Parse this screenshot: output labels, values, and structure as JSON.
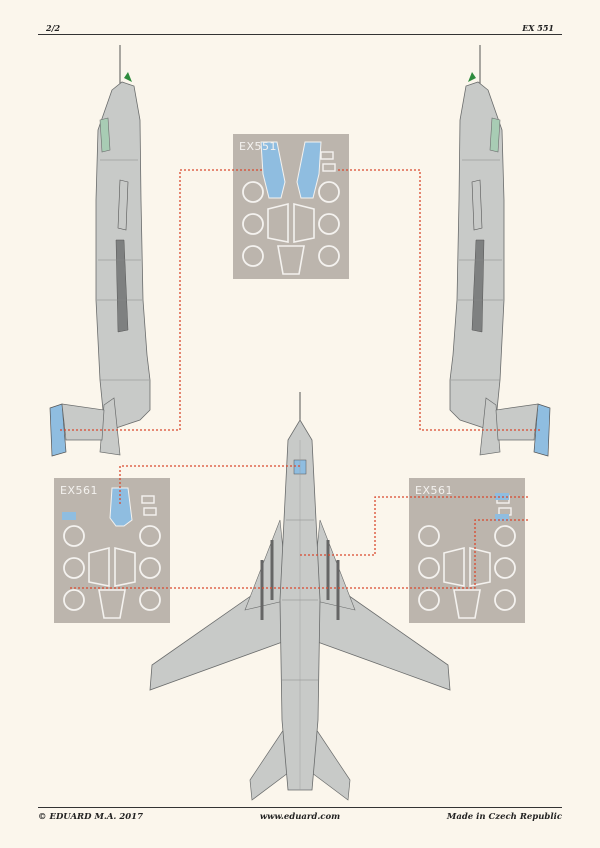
{
  "header": {
    "page_number": "2/2",
    "product_code": "EX 551"
  },
  "footer": {
    "copyright": "© EDUARD  M.A. 2017",
    "website": "www.eduard.com",
    "made_in": "Made in Czech Republic"
  },
  "mask_sheets": [
    {
      "label": "EX551"
    },
    {
      "label": "EX561"
    },
    {
      "label": "EX561"
    }
  ],
  "colors": {
    "mask_sheet": "#bcb5ad",
    "mask_blue": "#8fbde0",
    "aircraft_grey": "#c8cac8",
    "leader_line": "#d9492e",
    "nose_cone": "#2e8b3d",
    "background": "#fbf6ec"
  }
}
